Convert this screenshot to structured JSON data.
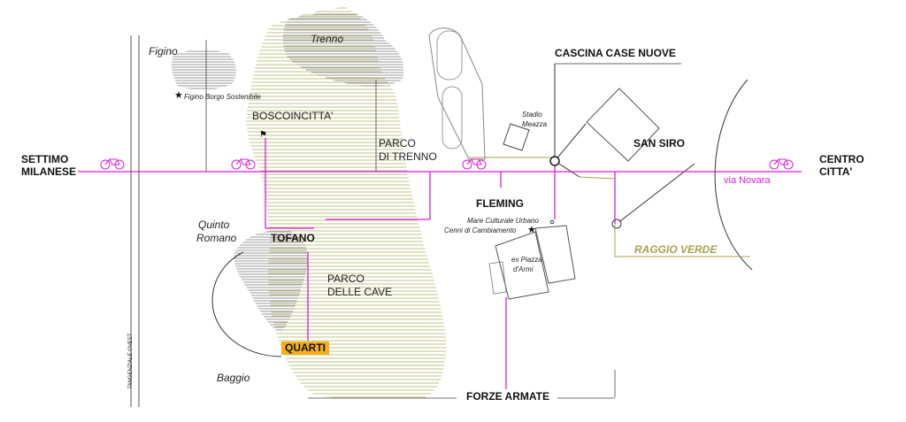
{
  "labels": {
    "settimo": "SETTIMO",
    "milanese": "MILANESE",
    "centro": "CENTRO",
    "citta": "CITTA'",
    "figino": "Figino",
    "figino_borgo": "Figino Borgo Sostenibile",
    "trenno": "Trenno",
    "boscoincitta": "BOSCOINCITTA'",
    "parco_trenno_1": "PARCO",
    "parco_trenno_2": "DI TRENNO",
    "cascina": "CASCINA CASE NUOVE",
    "stadio_1": "Stadio",
    "stadio_2": "Meazza",
    "san_siro": "SAN SIRO",
    "via_novara": "via Novara",
    "fleming": "FLEMING",
    "mare_culturale": "Mare Culturale Urbano",
    "cenni": "Cenni di Cambiamento",
    "quinto_1": "Quinto",
    "quinto_2": "Romano",
    "tofano": "TOFANO",
    "raggio_verde": "RAGGIO VERDE",
    "ex_piazza_1": "ex Piazza",
    "ex_piazza_2": "d'Armi",
    "parco_cave_1": "PARCO",
    "parco_cave_2": "DELLE CAVE",
    "quarti": "QUARTI",
    "baggio": "Baggio",
    "tangenziale": "TANGENZIALE OVEST",
    "forze_armate": "FORZE ARMATE"
  },
  "icons": {
    "star": "★",
    "flag": "⚑",
    "bike": "bicycle-icon"
  },
  "colors": {
    "cycle_route": "#d61fd6",
    "raggio_verde": "#a8a14f",
    "highlight": "#f5b019",
    "hatch_green": "#b9b978",
    "hatch_gray": "#8e8e8e",
    "line": "#222222"
  }
}
